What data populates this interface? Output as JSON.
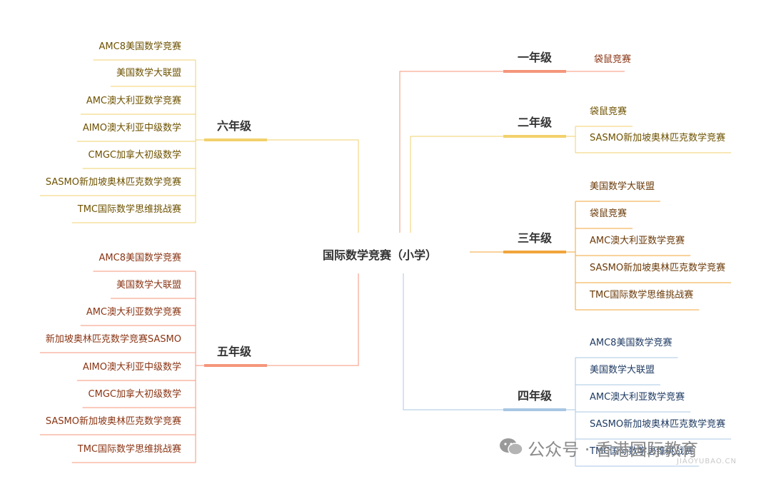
{
  "root": "国际数学竞赛（小学）",
  "branches": [
    {
      "id": "g1",
      "grade": "一年级",
      "color": "#f4967b",
      "text_color": "#8a3413",
      "items": [
        "袋鼠竞赛"
      ]
    },
    {
      "id": "g2",
      "grade": "二年级",
      "color": "#f2d16c",
      "text_color": "#6e5200",
      "items": [
        "袋鼠竞赛",
        "SASMO新加坡奥林匹克数学竞赛"
      ]
    },
    {
      "id": "g3",
      "grade": "三年级",
      "color": "#f0a53a",
      "text_color": "#6b3a08",
      "items": [
        "美国数学大联盟",
        "袋鼠竞赛",
        "AMC澳大利亚数学竞赛",
        "SASMO新加坡奥林匹克数学竞赛",
        "TMC国际数学思维挑战赛"
      ]
    },
    {
      "id": "g4",
      "grade": "四年级",
      "color": "#a8c7e3",
      "text_color": "#1f3b63",
      "items": [
        "AMC8美国数学竞赛",
        "美国数学大联盟",
        "AMC澳大利亚数学竞赛",
        "SASMO新加坡奥林匹克数学竞赛",
        "TMC国际数学思维挑战赛"
      ]
    },
    {
      "id": "g6",
      "grade": "六年级",
      "color": "#f2d16c",
      "text_color": "#6e5200",
      "items": [
        "AMC8美国数学竞赛",
        "美国数学大联盟",
        "AMC澳大利亚数学竞赛",
        "AIMO澳大利亚中级数学",
        "CMGC加拿大初级数学",
        "SASMO新加坡奥林匹克数学竞赛",
        "TMC国际数学思维挑战赛"
      ]
    },
    {
      "id": "g5",
      "grade": "五年级",
      "color": "#f4967b",
      "text_color": "#8a3413",
      "items": [
        "AMC8美国数学竞赛",
        "美国数学大联盟",
        "AMC澳大利亚数学竞赛",
        "新加坡奥林匹克数学竞赛SASMO",
        "AIMO澳大利亚中级数学",
        "CMGC加拿大初级数学",
        "SASMO新加坡奥林匹克数学竞赛",
        "TMC国际数学思维挑战赛"
      ]
    }
  ],
  "watermark": {
    "label": "公众号 · 香港国际教育",
    "icon": "wechat-icon",
    "faint_logo_text": "JIAOYUBAO.CN"
  }
}
